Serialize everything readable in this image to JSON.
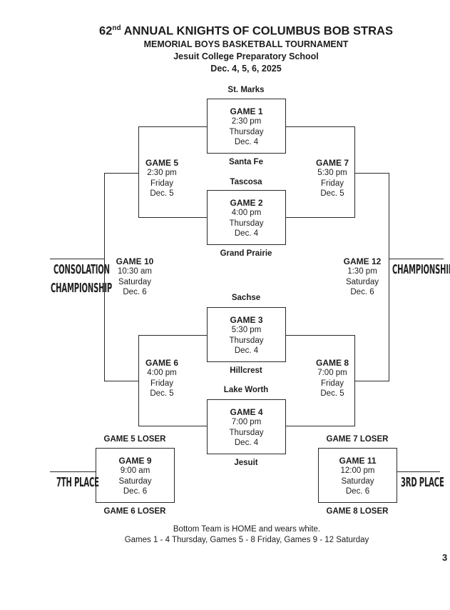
{
  "header": {
    "ordinal_num": "62",
    "ordinal_sup": "nd",
    "title_rest": " ANNUAL KNIGHTS OF COLUMBUS BOB STRAS",
    "line2": "MEMORIAL BOYS BASKETBALL TOURNAMENT",
    "line3": "Jesuit College Preparatory School",
    "line4": "Dec. 4, 5, 6, 2025"
  },
  "teams": {
    "st_marks": "St. Marks",
    "santa_fe": "Santa Fe",
    "tascosa": "Tascosa",
    "grand_prairie": "Grand Prairie",
    "sachse": "Sachse",
    "hillcrest": "Hillcrest",
    "lake_worth": "Lake Worth",
    "jesuit": "Jesuit"
  },
  "games": {
    "g1": {
      "title": "GAME 1",
      "time": "2:30 pm",
      "day": "Thursday",
      "date": "Dec. 4"
    },
    "g2": {
      "title": "GAME 2",
      "time": "4:00 pm",
      "day": "Thursday",
      "date": "Dec. 4"
    },
    "g3": {
      "title": "GAME 3",
      "time": "5:30 pm",
      "day": "Thursday",
      "date": "Dec. 4"
    },
    "g4": {
      "title": "GAME 4",
      "time": "7:00 pm",
      "day": "Thursday",
      "date": "Dec. 4"
    },
    "g5": {
      "title": "GAME 5",
      "time": "2:30 pm",
      "day": "Friday",
      "date": "Dec. 5"
    },
    "g6": {
      "title": "GAME 6",
      "time": "4:00 pm",
      "day": "Friday",
      "date": "Dec. 5"
    },
    "g7": {
      "title": "GAME 7",
      "time": "5:30 pm",
      "day": "Friday",
      "date": "Dec. 5"
    },
    "g8": {
      "title": "GAME 8",
      "time": "7:00 pm",
      "day": "Friday",
      "date": "Dec. 5"
    },
    "g9": {
      "title": "GAME 9",
      "time": "9:00 am",
      "day": "Saturday",
      "date": "Dec. 6"
    },
    "g10": {
      "title": "GAME 10",
      "time": "10:30 am",
      "day": "Saturday",
      "date": "Dec. 6"
    },
    "g11": {
      "title": "GAME 11",
      "time": "12:00 pm",
      "day": "Saturday",
      "date": "Dec. 6"
    },
    "g12": {
      "title": "GAME 12",
      "time": "1:30 pm",
      "day": "Saturday",
      "date": "Dec. 6"
    }
  },
  "feeds": {
    "g5_loser": "GAME 5 LOSER",
    "g6_loser": "GAME 6 LOSER",
    "g7_loser": "GAME 7 LOSER",
    "g8_loser": "GAME 8 LOSER"
  },
  "labels": {
    "consolation_1": "CONSOLATION",
    "consolation_2": "CHAMPIONSHIP",
    "championship": "CHAMPIONSHIP",
    "seventh": "7TH PLACE",
    "third": "3RD PLACE"
  },
  "footer": {
    "note1": "Bottom Team is HOME and wears white.",
    "note2": "Games 1 - 4 Thursday, Games 5 - 8 Friday, Games 9 - 12 Saturday",
    "page_number": "3"
  }
}
